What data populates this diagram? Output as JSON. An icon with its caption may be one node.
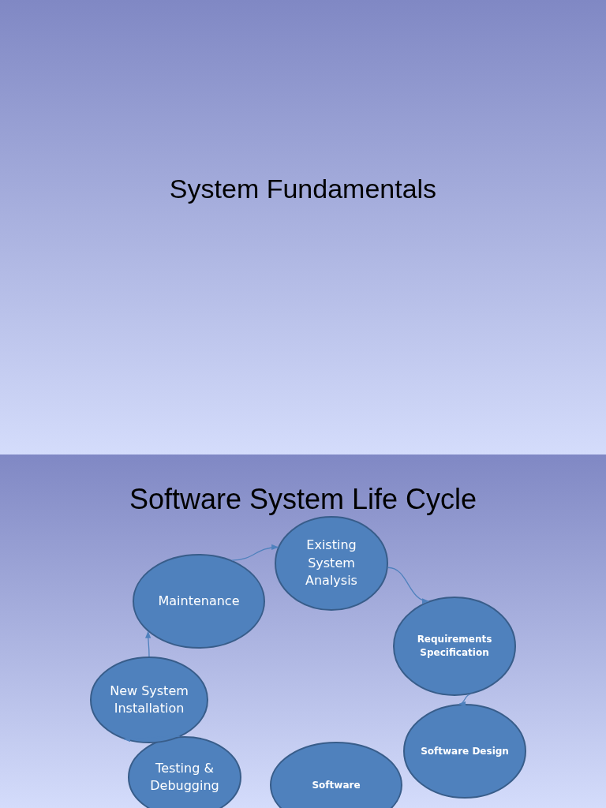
{
  "diagram": {
    "title": "System Fundamentals",
    "labels": [
      "Software System Life Cycle"
    ],
    "nodes": [
      {
        "text": [
          "Existing System Analysis"
        ]
      },
      {
        "text": [
          "Requirements Specification"
        ]
      },
      {
        "text": [
          "Software Design"
        ]
      },
      {
        "text": [
          "Software"
        ]
      },
      {
        "text": [
          "Testing & Debugging"
        ]
      },
      {
        "text": [
          "New System Installation"
        ]
      },
      {
        "text": [
          "Maintenance"
        ]
      }
    ],
    "edges": [
      {
        "from": 6,
        "to": 0,
        "arrow": "to"
      },
      {
        "from": 0,
        "to": 1,
        "arrow": "to"
      },
      {
        "from": 1,
        "to": 2,
        "arrow": "to"
      },
      {
        "from": 4,
        "to": 5,
        "arrow": "to"
      },
      {
        "from": 5,
        "to": 6,
        "arrow": "to"
      }
    ]
  }
}
